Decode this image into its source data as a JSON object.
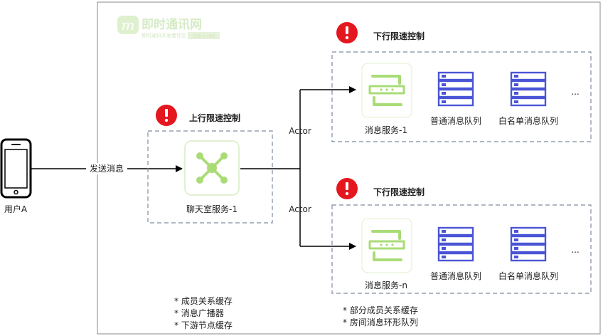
{
  "watermark": {
    "logo_char": "m",
    "title": "即时通讯网",
    "subtitle": "即时通讯开发者社区",
    "badge": "52im.net"
  },
  "user": {
    "label": "用户A",
    "icon": "phone-icon"
  },
  "send_edge": {
    "label": "发送消息"
  },
  "chatroom": {
    "limit_title": "上行限速控制",
    "service_label": "聊天室服务-1",
    "icon": "hub-network-icon",
    "notes": [
      "* 成员关系缓存",
      "* 消息广播器",
      "* 下游节点缓存"
    ]
  },
  "actor_labels": [
    "Actor",
    "Actor"
  ],
  "message_services": [
    {
      "limit_title": "下行限速控制",
      "service_label": "消息服务-1",
      "icon": "message-service-icon",
      "queues": [
        {
          "label": "普通消息队列",
          "icon": "queue-icon"
        },
        {
          "label": "白名单消息队列",
          "icon": "queue-icon"
        }
      ],
      "more": "..."
    },
    {
      "limit_title": "下行限速控制",
      "service_label": "消息服务-n",
      "icon": "message-service-icon",
      "queues": [
        {
          "label": "普通消息队列",
          "icon": "queue-icon"
        },
        {
          "label": "白名单消息队列",
          "icon": "queue-icon"
        }
      ],
      "more": "..."
    }
  ],
  "message_notes": [
    "* 部分成员关系缓存",
    "* 房间消息环形队列"
  ],
  "colors": {
    "alert_red": "#e4161e",
    "service_green": "#a9dc76",
    "queue_blue": "#4a55d6",
    "dashed_border": "#7f8c9f"
  }
}
